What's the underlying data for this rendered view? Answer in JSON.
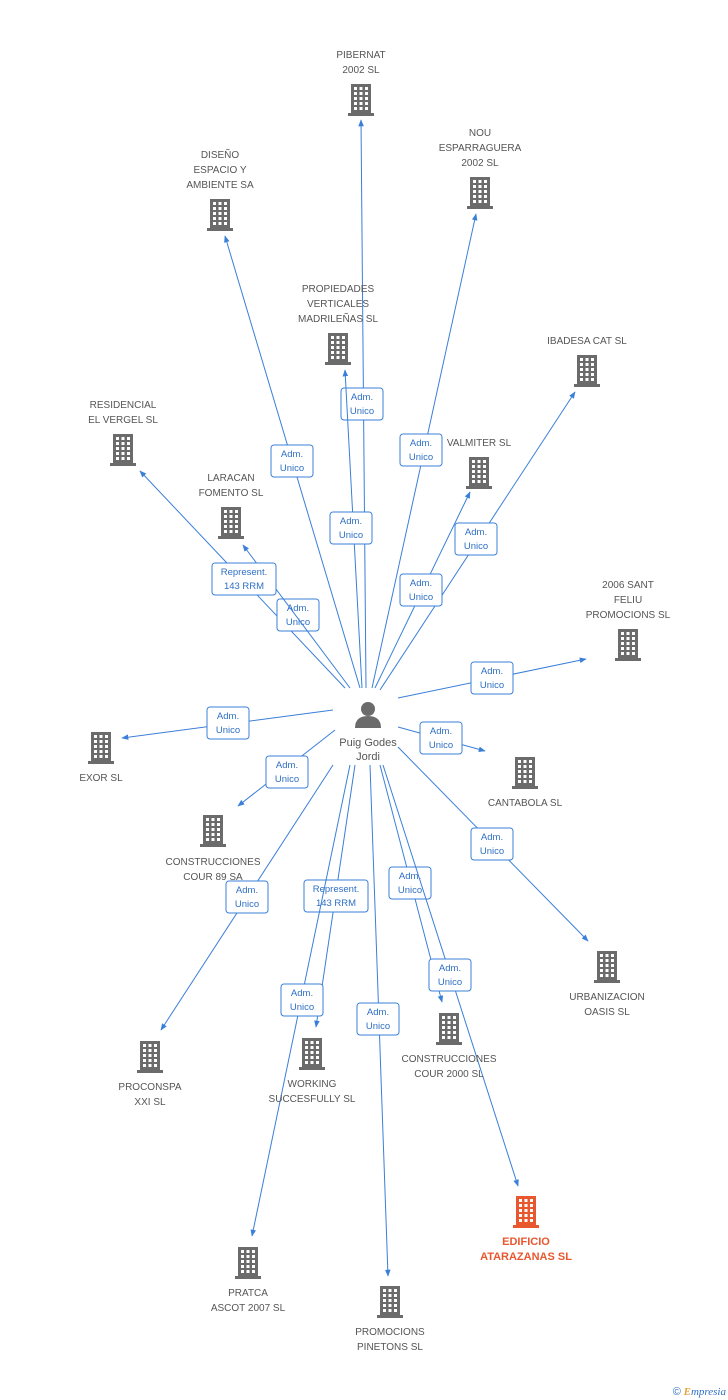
{
  "center": {
    "label_lines": [
      "Puig Godes",
      "Jordi"
    ]
  },
  "nodes": [
    {
      "id": "pibernat",
      "lines": [
        "PIBERNAT",
        "2002 SL"
      ],
      "highlight": false
    },
    {
      "id": "nou",
      "lines": [
        "NOU",
        "ESPARRAGUERA",
        "2002 SL"
      ],
      "highlight": false
    },
    {
      "id": "diseno",
      "lines": [
        "DISEÑO",
        "ESPACIO Y",
        "AMBIENTE SA"
      ],
      "highlight": false
    },
    {
      "id": "propiedades",
      "lines": [
        "PROPIEDADES",
        "VERTICALES",
        "MADRILEÑAS SL"
      ],
      "highlight": false
    },
    {
      "id": "ibadesa",
      "lines": [
        "IBADESA CAT SL"
      ],
      "highlight": false
    },
    {
      "id": "residencial",
      "lines": [
        "RESIDENCIAL",
        "EL VERGEL SL"
      ],
      "highlight": false
    },
    {
      "id": "valmiter",
      "lines": [
        "VALMITER SL"
      ],
      "highlight": false
    },
    {
      "id": "laracan",
      "lines": [
        "LARACAN",
        "FOMENTO SL"
      ],
      "highlight": false
    },
    {
      "id": "santfeliu",
      "lines": [
        "2006 SANT",
        "FELIU",
        "PROMOCIONS SL"
      ],
      "highlight": false
    },
    {
      "id": "exor",
      "lines": [
        "EXOR SL"
      ],
      "highlight": false
    },
    {
      "id": "cantabola",
      "lines": [
        "CANTABOLA SL"
      ],
      "highlight": false
    },
    {
      "id": "cour89",
      "lines": [
        "CONSTRUCCIONES",
        "COUR 89 SA"
      ],
      "highlight": false
    },
    {
      "id": "urbanizacion",
      "lines": [
        "URBANIZACION",
        "OASIS SL"
      ],
      "highlight": false
    },
    {
      "id": "cour2000",
      "lines": [
        "CONSTRUCCIONES",
        "COUR 2000 SL"
      ],
      "highlight": false
    },
    {
      "id": "proconspa",
      "lines": [
        "PROCONSPA",
        "XXI SL"
      ],
      "highlight": false
    },
    {
      "id": "working",
      "lines": [
        "WORKING",
        "SUCCESFULLY SL"
      ],
      "highlight": false
    },
    {
      "id": "edificio",
      "lines": [
        "EDIFICIO",
        "ATARAZANAS SL"
      ],
      "highlight": true
    },
    {
      "id": "pratca",
      "lines": [
        "PRATCA",
        "ASCOT 2007 SL"
      ],
      "highlight": false
    },
    {
      "id": "pinetons",
      "lines": [
        "PROMOCIONS",
        "PINETONS SL"
      ],
      "highlight": false
    }
  ],
  "edges": [
    {
      "to": "pibernat",
      "label": [
        "Adm.",
        "Unico"
      ]
    },
    {
      "to": "nou",
      "label": [
        "Adm.",
        "Unico"
      ]
    },
    {
      "to": "diseno",
      "label": [
        "Adm.",
        "Unico"
      ]
    },
    {
      "to": "propiedades",
      "label": [
        "Adm.",
        "Unico"
      ]
    },
    {
      "to": "ibadesa",
      "label": [
        "Adm.",
        "Unico"
      ]
    },
    {
      "to": "residencial",
      "label": [
        "Adm.",
        "Unico"
      ]
    },
    {
      "to": "valmiter",
      "label": [
        "Adm.",
        "Unico"
      ]
    },
    {
      "to": "laracan",
      "label": [
        "Represent.",
        "143 RRM"
      ]
    },
    {
      "to": "santfeliu",
      "label": [
        "Adm.",
        "Unico"
      ]
    },
    {
      "to": "exor",
      "label": [
        "Adm.",
        "Unico"
      ]
    },
    {
      "to": "cantabola",
      "label": [
        "Adm.",
        "Unico"
      ]
    },
    {
      "to": "cour89",
      "label": [
        "Adm.",
        "Unico"
      ]
    },
    {
      "to": "urbanizacion",
      "label": [
        "Adm.",
        "Unico"
      ]
    },
    {
      "to": "cour2000",
      "label": [
        "Adm.",
        "Unico"
      ]
    },
    {
      "to": "proconspa",
      "label": [
        "Adm.",
        "Unico"
      ]
    },
    {
      "to": "working",
      "label": [
        "Represent.",
        "143 RRM"
      ]
    },
    {
      "to": "edificio",
      "label": [
        "Adm.",
        "Unico"
      ]
    },
    {
      "to": "pratca",
      "label": [
        "Adm.",
        "Unico"
      ]
    },
    {
      "to": "pinetons",
      "label": [
        "Adm.",
        "Unico"
      ]
    }
  ],
  "colors": {
    "node": "#6b6b6b",
    "highlight": "#e8572e",
    "edge": "#3a7fd8"
  },
  "footer": {
    "copyright": "©",
    "brand_initial": "E",
    "brand_rest": "mpresia"
  }
}
